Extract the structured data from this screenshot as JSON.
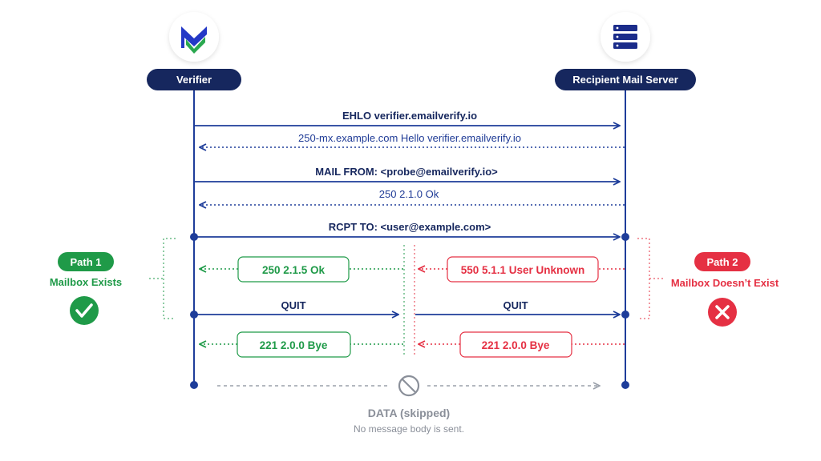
{
  "participants": {
    "left": "Verifier",
    "right": "Recipient Mail Server"
  },
  "icons": {
    "left_logo": "verifier-logo-icon",
    "right_logo": "server-stack-icon"
  },
  "messages": {
    "ehlo": "EHLO verifier.emailverify.io",
    "ehlo_reply": "250-mx.example.com Hello verifier.emailverify.io",
    "mail_from": "MAIL FROM: <probe@emailverify.io>",
    "mail_from_reply": "250 2.1.0 Ok",
    "rcpt_to": "RCPT TO: <user@example.com>"
  },
  "path1": {
    "badge": "Path 1",
    "caption": "Mailbox Exists",
    "rcpt_reply": "250 2.1.5 Ok",
    "quit": "QUIT",
    "bye": "221 2.0.0 Bye"
  },
  "path2": {
    "badge": "Path 2",
    "caption": "Mailbox Doesn’t Exist",
    "rcpt_reply": "550 5.1.1 User Unknown",
    "quit": "QUIT",
    "bye": "221 2.0.0 Bye"
  },
  "footer": {
    "title": "DATA (skipped)",
    "note": "No message body is sent."
  },
  "colors": {
    "navy": "#16275e",
    "blue": "#1e3d9a",
    "green": "#1f9a48",
    "red": "#e53043",
    "gray": "#8a8f99"
  }
}
